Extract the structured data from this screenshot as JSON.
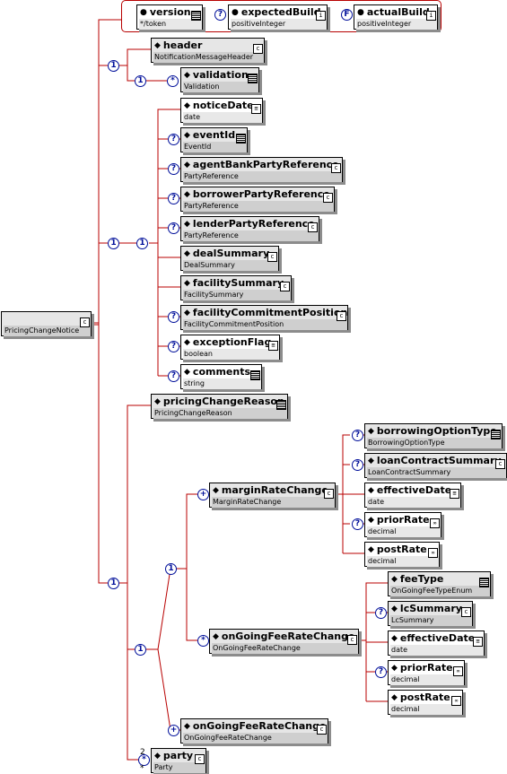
{
  "diagram": {
    "root": {
      "name": "",
      "type": "PricingChangeNotice"
    },
    "attributes": [
      {
        "name": "version",
        "type": "*/token",
        "badge": ""
      },
      {
        "name": "expectedBuild",
        "type": "positiveInteger",
        "badge": "?"
      },
      {
        "name": "actualBuild",
        "type": "positiveInteger",
        "badge": "F"
      }
    ],
    "elements": [
      {
        "name": "header",
        "type": "NotificationMessageHeader"
      },
      {
        "name": "validation",
        "type": "Validation"
      },
      {
        "name": "noticeDate",
        "type": "date"
      },
      {
        "name": "eventId",
        "type": "EventId"
      },
      {
        "name": "agentBankPartyReference",
        "type": "PartyReference"
      },
      {
        "name": "borrowerPartyReference",
        "type": "PartyReference"
      },
      {
        "name": "lenderPartyReference",
        "type": "PartyReference"
      },
      {
        "name": "dealSummary",
        "type": "DealSummary"
      },
      {
        "name": "facilitySummary",
        "type": "FacilitySummary"
      },
      {
        "name": "facilityCommitmentPosition",
        "type": "FacilityCommitmentPosition"
      },
      {
        "name": "exceptionFlag",
        "type": "boolean"
      },
      {
        "name": "comments",
        "type": "string"
      },
      {
        "name": "pricingChangeReason",
        "type": "PricingChangeReason"
      },
      {
        "name": "borrowingOptionType",
        "type": "BorrowingOptionType"
      },
      {
        "name": "loanContractSummary",
        "type": "LoanContractSummary"
      },
      {
        "name": "marginRateChange",
        "type": "MarginRateChange"
      },
      {
        "name": "effectiveDate",
        "type": "date"
      },
      {
        "name": "priorRate",
        "type": "decimal"
      },
      {
        "name": "postRate",
        "type": "decimal"
      },
      {
        "name": "feeType",
        "type": "OnGoingFeeTypeEnum"
      },
      {
        "name": "lcSummary",
        "type": "LcSummary"
      },
      {
        "name": "onGoingFeeRateChange",
        "type": "OnGoingFeeRateChange"
      },
      {
        "name": "effectiveDate",
        "type": "date"
      },
      {
        "name": "priorRate",
        "type": "decimal"
      },
      {
        "name": "postRate",
        "type": "decimal"
      },
      {
        "name": "onGoingFeeRateChange",
        "type": "OnGoingFeeRateChange"
      },
      {
        "name": "party",
        "type": "Party"
      }
    ],
    "badges": {
      "one": "1",
      "optional": "?",
      "star": "*",
      "plus": "+"
    },
    "multiplicity": {
      "min": "2",
      "max": "*"
    }
  }
}
